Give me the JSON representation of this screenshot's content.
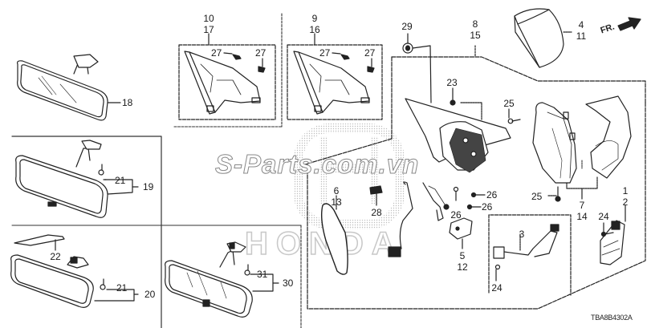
{
  "diagram": {
    "type": "exploded-parts-diagram",
    "subject": "Mirror assembly (interior rearview mirrors and door mirror)",
    "code": "TBA8B4302A",
    "direction_indicator": "FR.",
    "watermark": {
      "text": "S-Parts.com.vn",
      "logo_text": "HONDA"
    },
    "callouts": [
      {
        "id": "c18",
        "label": "18"
      },
      {
        "id": "c10",
        "label": "10"
      },
      {
        "id": "c17",
        "label": "17"
      },
      {
        "id": "c9",
        "label": "9"
      },
      {
        "id": "c16",
        "label": "16"
      },
      {
        "id": "c27a",
        "label": "27"
      },
      {
        "id": "c27b",
        "label": "27"
      },
      {
        "id": "c27c",
        "label": "27"
      },
      {
        "id": "c27d",
        "label": "27"
      },
      {
        "id": "c29",
        "label": "29"
      },
      {
        "id": "c8",
        "label": "8"
      },
      {
        "id": "c15",
        "label": "15"
      },
      {
        "id": "c4",
        "label": "4"
      },
      {
        "id": "c11",
        "label": "11"
      },
      {
        "id": "c23",
        "label": "23"
      },
      {
        "id": "c25a",
        "label": "25"
      },
      {
        "id": "c25b",
        "label": "25"
      },
      {
        "id": "c21a",
        "label": "21"
      },
      {
        "id": "c19",
        "label": "19"
      },
      {
        "id": "c6",
        "label": "6"
      },
      {
        "id": "c13",
        "label": "13"
      },
      {
        "id": "c28",
        "label": "28"
      },
      {
        "id": "c26a",
        "label": "26"
      },
      {
        "id": "c26b",
        "label": "26"
      },
      {
        "id": "c26c",
        "label": "26"
      },
      {
        "id": "c7",
        "label": "7"
      },
      {
        "id": "c14",
        "label": "14"
      },
      {
        "id": "c1",
        "label": "1"
      },
      {
        "id": "c2",
        "label": "2"
      },
      {
        "id": "c24a",
        "label": "24"
      },
      {
        "id": "c24b",
        "label": "24"
      },
      {
        "id": "c3",
        "label": "3"
      },
      {
        "id": "c5",
        "label": "5"
      },
      {
        "id": "c12",
        "label": "12"
      },
      {
        "id": "c22",
        "label": "22"
      },
      {
        "id": "c21b",
        "label": "21"
      },
      {
        "id": "c20",
        "label": "20"
      },
      {
        "id": "c31",
        "label": "31"
      },
      {
        "id": "c30",
        "label": "30"
      }
    ]
  }
}
